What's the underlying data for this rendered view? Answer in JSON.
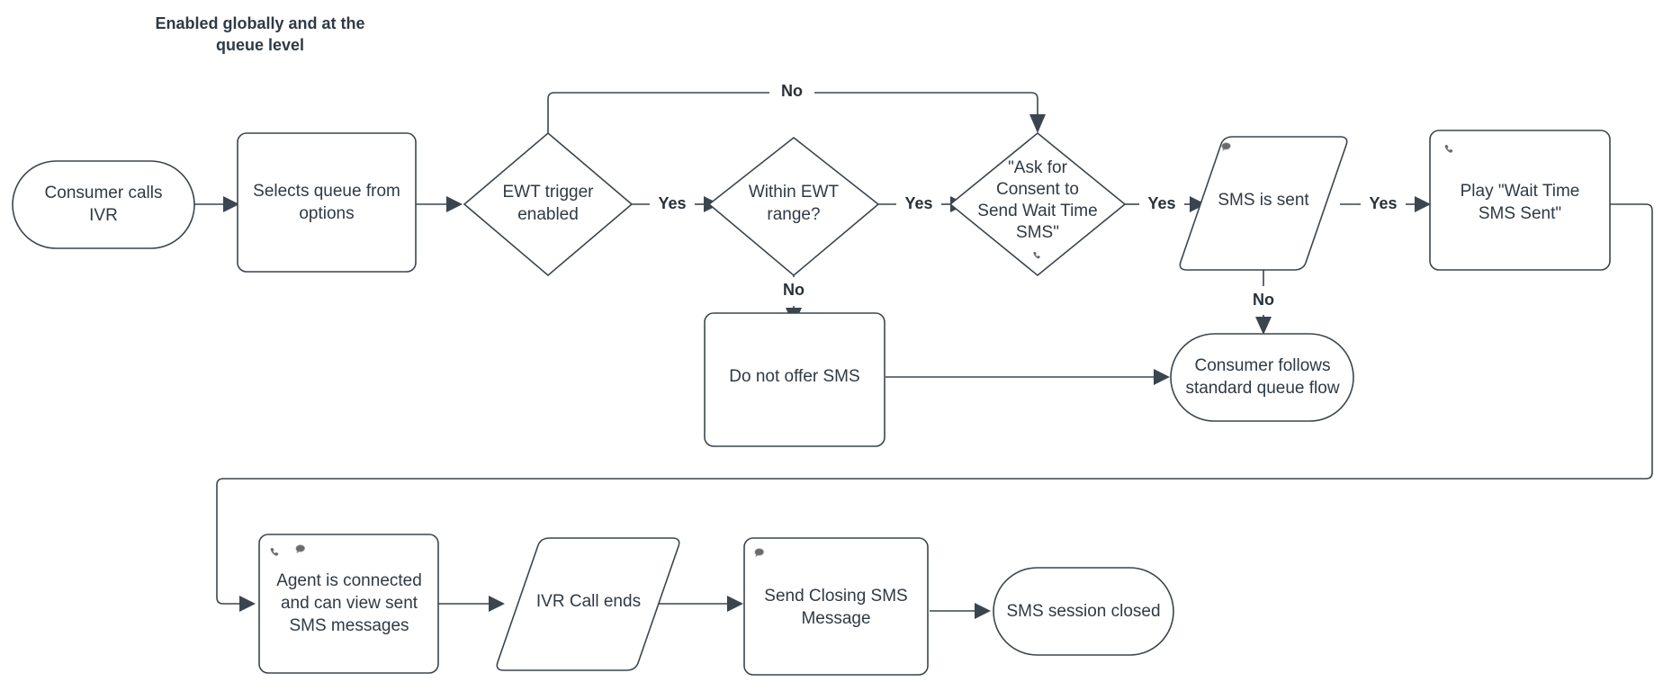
{
  "diagram": {
    "title": {
      "line1": "Enabled globally and at the",
      "line2": "queue level"
    },
    "colors": {
      "stroke": "#3b454f",
      "text": "#2f3a44",
      "icon": "#6b6b6b",
      "background": "#ffffff"
    },
    "nodes": [
      {
        "id": "consumer-calls-ivr",
        "shape": "stadium",
        "lines": [
          "Consumer calls",
          "IVR"
        ],
        "icons": []
      },
      {
        "id": "selects-queue",
        "shape": "rounded-rect",
        "lines": [
          "Selects queue from",
          "options"
        ],
        "icons": []
      },
      {
        "id": "ewt-trigger-enabled",
        "shape": "diamond",
        "lines": [
          "EWT trigger",
          "enabled"
        ],
        "icons": []
      },
      {
        "id": "within-ewt-range",
        "shape": "diamond",
        "lines": [
          "Within EWT",
          "range?"
        ],
        "icons": []
      },
      {
        "id": "ask-for-consent",
        "shape": "diamond",
        "lines": [
          "\"Ask for",
          "Consent to",
          "Send Wait Time",
          "SMS\""
        ],
        "icons": [
          "phone-icon"
        ]
      },
      {
        "id": "sms-is-sent",
        "shape": "parallelogram",
        "lines": [
          "SMS is sent"
        ],
        "icons": [
          "chat-bubble-icon"
        ]
      },
      {
        "id": "play-wait-time-sms-sent",
        "shape": "rounded-rect",
        "lines": [
          "Play \"Wait Time",
          "SMS Sent\""
        ],
        "icons": [
          "phone-icon"
        ]
      },
      {
        "id": "do-not-offer-sms",
        "shape": "rounded-rect",
        "lines": [
          "Do not offer SMS"
        ],
        "icons": []
      },
      {
        "id": "consumer-follows-standard-queue-flow",
        "shape": "stadium",
        "lines": [
          "Consumer follows",
          "standard queue flow"
        ],
        "icons": []
      },
      {
        "id": "agent-is-connected",
        "shape": "rounded-rect",
        "lines": [
          "Agent is connected",
          "and can view sent",
          "SMS messages"
        ],
        "icons": [
          "phone-icon",
          "chat-bubble-icon"
        ]
      },
      {
        "id": "ivr-call-ends",
        "shape": "parallelogram",
        "lines": [
          "IVR Call ends"
        ],
        "icons": []
      },
      {
        "id": "send-closing-sms-message",
        "shape": "rounded-rect",
        "lines": [
          "Send Closing SMS",
          "Message"
        ],
        "icons": [
          "chat-bubble-icon"
        ]
      },
      {
        "id": "sms-session-closed",
        "shape": "stadium",
        "lines": [
          "SMS session closed"
        ],
        "icons": []
      }
    ],
    "edges": [
      {
        "id": "e1",
        "from": "consumer-calls-ivr",
        "to": "selects-queue",
        "label": ""
      },
      {
        "id": "e2",
        "from": "selects-queue",
        "to": "ewt-trigger-enabled",
        "label": ""
      },
      {
        "id": "e3",
        "from": "ewt-trigger-enabled",
        "to": "within-ewt-range",
        "label": "Yes"
      },
      {
        "id": "e4",
        "from": "ewt-trigger-enabled",
        "to": "ask-for-consent",
        "label": "No"
      },
      {
        "id": "e5",
        "from": "within-ewt-range",
        "to": "ask-for-consent",
        "label": "Yes"
      },
      {
        "id": "e6",
        "from": "within-ewt-range",
        "to": "do-not-offer-sms",
        "label": "No"
      },
      {
        "id": "e7",
        "from": "ask-for-consent",
        "to": "sms-is-sent",
        "label": "Yes"
      },
      {
        "id": "e8",
        "from": "sms-is-sent",
        "to": "play-wait-time-sms-sent",
        "label": "Yes"
      },
      {
        "id": "e9",
        "from": "sms-is-sent",
        "to": "consumer-follows-standard-queue-flow",
        "label": "No"
      },
      {
        "id": "e10",
        "from": "do-not-offer-sms",
        "to": "consumer-follows-standard-queue-flow",
        "label": ""
      },
      {
        "id": "e11",
        "from": "play-wait-time-sms-sent",
        "to": "agent-is-connected",
        "label": ""
      },
      {
        "id": "e12",
        "from": "agent-is-connected",
        "to": "ivr-call-ends",
        "label": ""
      },
      {
        "id": "e13",
        "from": "ivr-call-ends",
        "to": "send-closing-sms-message",
        "label": ""
      },
      {
        "id": "e14",
        "from": "send-closing-sms-message",
        "to": "sms-session-closed",
        "label": ""
      }
    ],
    "edge_labels": {
      "yes1": "Yes",
      "yes2": "Yes",
      "yes3": "Yes",
      "yes4": "Yes",
      "no_top": "No",
      "no_range": "No",
      "no_sms": "No"
    }
  }
}
